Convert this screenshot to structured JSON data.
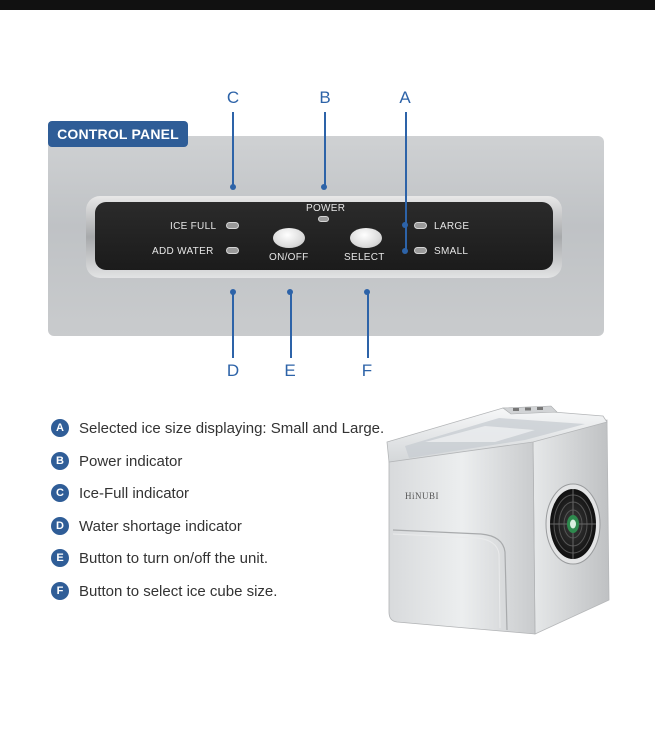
{
  "callouts": {
    "A": "A",
    "B": "B",
    "C": "C",
    "D": "D",
    "E": "E",
    "F": "F"
  },
  "panel": {
    "title": "CONTROL PANEL",
    "labels": {
      "power": "POWER",
      "ice_full": "ICE FULL",
      "add_water": "ADD WATER",
      "on_off": "ON/OFF",
      "select": "SELECT",
      "large": "LARGE",
      "small": "SMALL"
    }
  },
  "legend": [
    {
      "key": "A",
      "text": "Selected ice size displaying: Small and Large."
    },
    {
      "key": "B",
      "text": "Power indicator"
    },
    {
      "key": "C",
      "text": "Ice-Full indicator"
    },
    {
      "key": "D",
      "text": "Water shortage indicator"
    },
    {
      "key": "E",
      "text": "Button to turn on/off the unit."
    },
    {
      "key": "F",
      "text": "Button to select ice cube size."
    }
  ],
  "product": {
    "brand_logo": "HiNUBI",
    "fan_icon": "fan-grille-icon"
  },
  "colors": {
    "accent": "#2f5d97",
    "callout": "#2d63a8",
    "panel_screen": "#1f1f1f",
    "panel_bg": "#c4c6c8"
  }
}
